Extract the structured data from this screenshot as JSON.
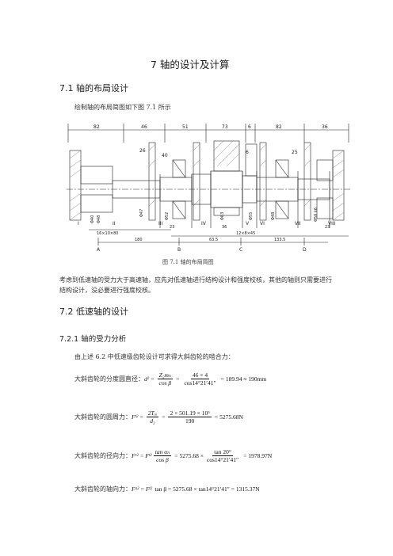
{
  "chapter_title": "7 轴的设计及计算",
  "section_71_title": "7.1 轴的布局设计",
  "section_71_text": "绘制轴的布局简图如下图 7.1 所示",
  "figure": {
    "caption": "图 7.1 轴的布局简图",
    "top_dims": [
      "82",
      "46",
      "51",
      "73",
      "6",
      "82",
      "36"
    ],
    "side_dims": [
      "26",
      "40",
      "6",
      "25"
    ],
    "vertical_labels": [
      "Φ40",
      "Φ48",
      "Φ47",
      "Φ52",
      "Φ63",
      "Φ55",
      "Φ48",
      "Φ50 k6"
    ],
    "roman_labels": [
      "I",
      "II",
      "III",
      "IV",
      "V",
      "VI",
      "VII",
      "VIII"
    ],
    "bottom_dims": [
      "16×10×80",
      "23",
      "36",
      "12×8×45",
      "23",
      "180",
      "63.5",
      "133.5"
    ],
    "point_labels": [
      "A",
      "B",
      "C",
      "D"
    ]
  },
  "paragraph_1": "考虑到低速轴的受力大于高速轴，应先对低速轴进行结构设计和强度校核，其他的轴则只需要进行结构设计，没必要进行强度校核。",
  "section_72_title": "7.2 低速轴的设计",
  "section_721_title": "7.2.1 轴的受力分析",
  "paragraph_2": "由上述 6.2 中低速级齿轮设计可求得大斜齿轮的啮合力：",
  "formulas": {
    "diameter": {
      "label": "大斜齿轮的分度圆直径：",
      "lhs": "d",
      "num1": "Z₂mₙ",
      "den1": "cos β",
      "num2": "46 × 4",
      "den2": "cos14°21′41″",
      "result": "189.94 ≈ 190mm"
    },
    "tangential": {
      "label": "大斜齿轮的圆周力：",
      "lhs": "F",
      "num1": "2Tᵢᵢᵢ",
      "den1": "d₂",
      "num2": "2 × 501.19 × 10⁵",
      "den2": "190",
      "result": "5275.68N"
    },
    "radial": {
      "label": "大斜齿轮的径向力：",
      "lhs": "F",
      "num1": "tan αₙ",
      "den1": "cos β",
      "mid": "5275.68 ×",
      "num2": "tan 20°",
      "den2": "cos14°21′41″",
      "result": "1978.97N"
    },
    "axial": {
      "label": "大斜齿轮的轴向力：",
      "lhs": "F",
      "expr": "tan β = 5275.68 × tan14°21′41″ = 1315.37N"
    }
  }
}
